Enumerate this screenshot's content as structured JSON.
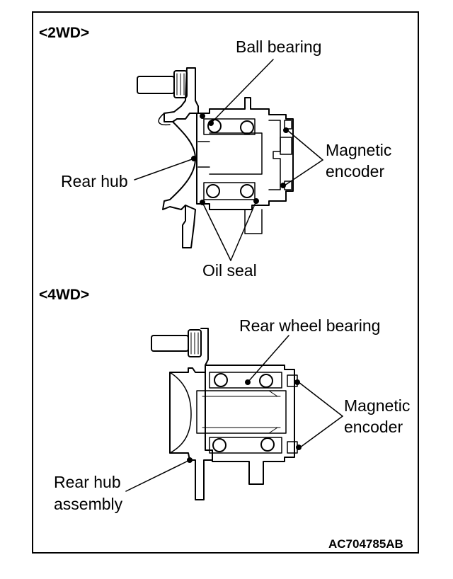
{
  "sections": {
    "two_wd": "<2WD>",
    "four_wd": "<4WD>"
  },
  "labels_2wd": {
    "ball_bearing": "Ball bearing",
    "magnetic_line1": "Magnetic",
    "magnetic_line2": "encoder",
    "rear_hub": "Rear hub",
    "oil_seal": "Oil seal"
  },
  "labels_4wd": {
    "rear_wheel_bearing": "Rear wheel bearing",
    "magnetic_line1": "Magnetic",
    "magnetic_line2": "encoder",
    "rear_hub_line1": "Rear hub",
    "rear_hub_line2": "assembly"
  },
  "figure_code": "AC704785AB",
  "colors": {
    "line": "#000000",
    "background": "#ffffff"
  }
}
